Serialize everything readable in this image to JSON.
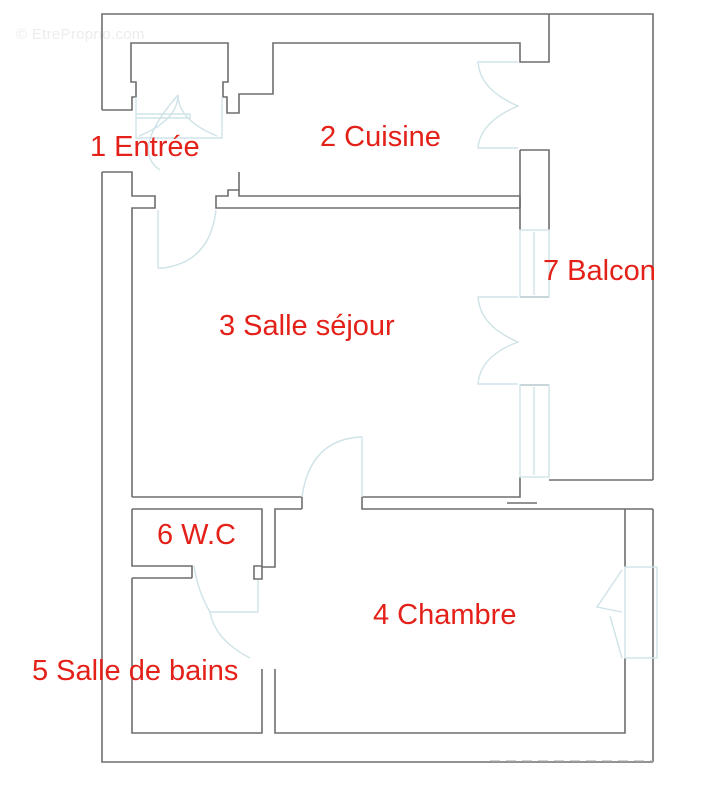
{
  "watermark": "© EtreProprio.com",
  "rooms": [
    {
      "id": 1,
      "label": "1 Entrée"
    },
    {
      "id": 2,
      "label": "2 Cuisine"
    },
    {
      "id": 3,
      "label": "3 Salle séjour"
    },
    {
      "id": 4,
      "label": "4 Chambre"
    },
    {
      "id": 5,
      "label": "5 Salle de bains"
    },
    {
      "id": 6,
      "label": "6 W.C"
    },
    {
      "id": 7,
      "label": "7 Balcon"
    }
  ],
  "colors": {
    "label": "#e32119",
    "wall": "#6e6e6e",
    "fixture": "#cfe3e8"
  }
}
